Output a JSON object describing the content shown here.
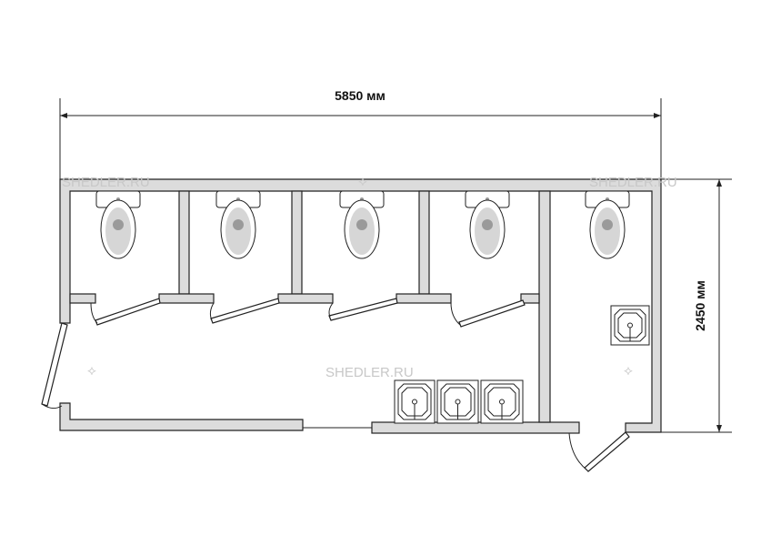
{
  "plan": {
    "width_label": "5850 мм",
    "height_label": "2450 мм",
    "watermark": "SHEDLER.RU",
    "toilet_count": 5,
    "sink_count": 4,
    "colors": {
      "wall": "#dcdcdc",
      "outline": "#222222",
      "bowl": "#d6d6d6",
      "drain": "#9a9a9a"
    }
  }
}
